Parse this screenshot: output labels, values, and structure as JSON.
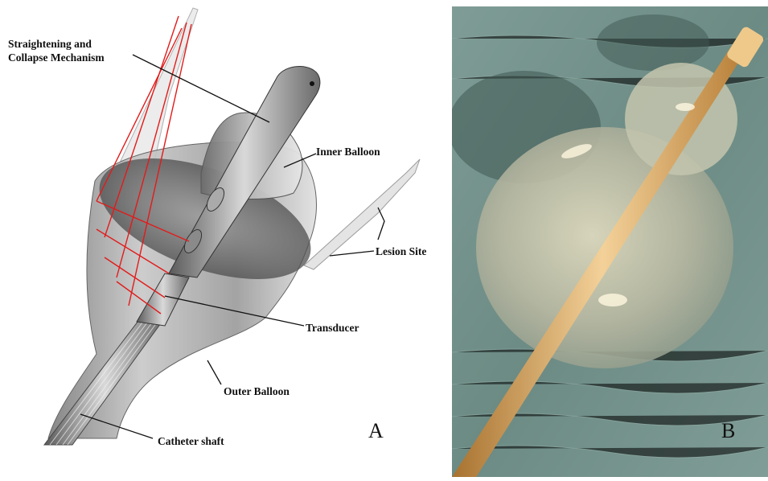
{
  "panel_a": {
    "labels": {
      "straightening_line1": "Straightening and",
      "straightening_line2": "Collapse Mechanism",
      "inner_balloon": "Inner Balloon",
      "lesion_site": "Lesion Site",
      "transducer": "Transducer",
      "outer_balloon": "Outer Balloon",
      "catheter_shaft": "Catheter shaft"
    },
    "letter": "A",
    "colors": {
      "laser_lines": "#e21b1b",
      "balloon": "#8f8f8f",
      "lesion": "#dcdcdc"
    }
  },
  "panel_b": {
    "letter": "B",
    "colors": {
      "background": "#6f8f88",
      "catheter": "#d7a25a",
      "balloon": "#c9c7b0"
    }
  }
}
